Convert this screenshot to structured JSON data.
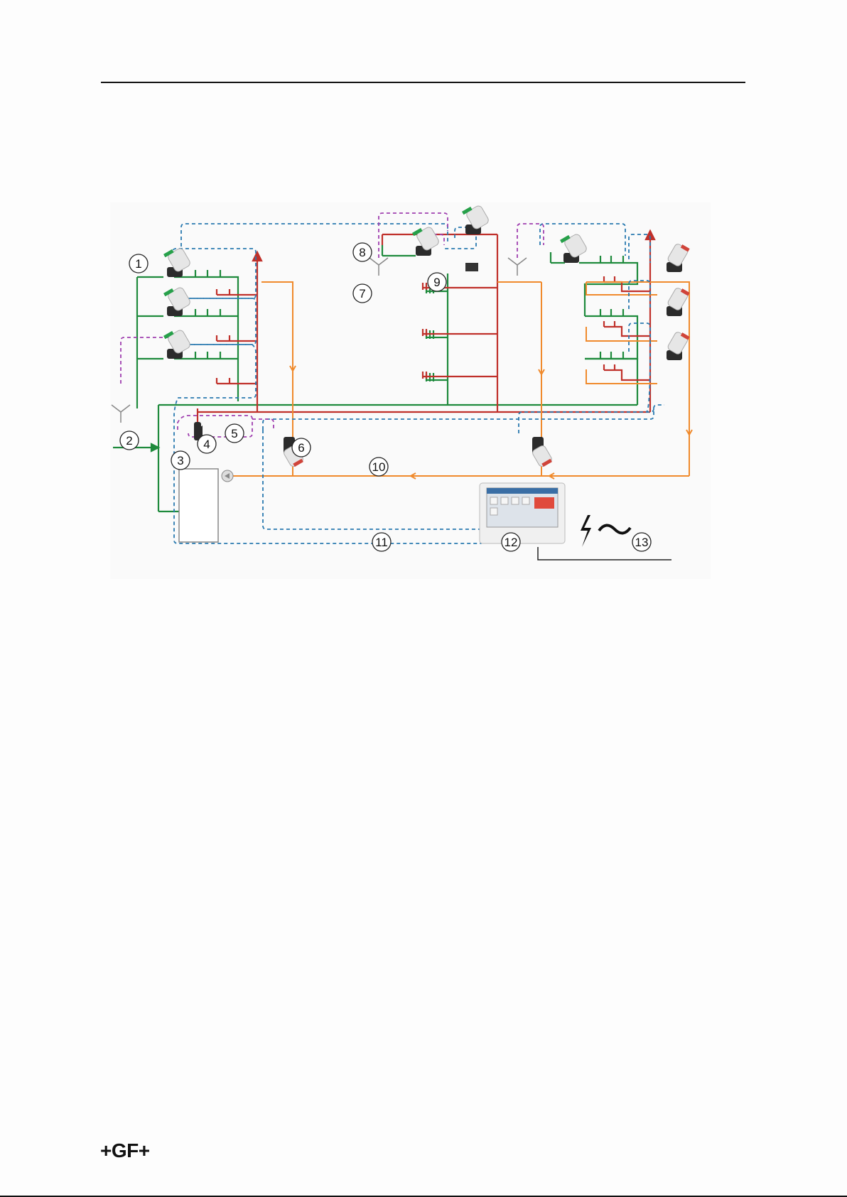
{
  "page": {
    "logo": "+GF+"
  },
  "diagram": {
    "colors": {
      "supply_cold": "#1e8a3c",
      "supply_hot": "#c0302a",
      "circulation": "#f08a2c",
      "bus_dashed": "#2a7ab0",
      "sensor_dashed": "#a040b0",
      "power_line": "#222222"
    },
    "callouts": [
      "1",
      "2",
      "3",
      "4",
      "5",
      "6",
      "7",
      "8",
      "9",
      "10",
      "11",
      "12",
      "13"
    ],
    "symbols": {
      "power": "lightning-bolt-icon",
      "ac": "tilde-icon",
      "pump": "pump-icon",
      "controller": "touch-panel-controller"
    }
  }
}
